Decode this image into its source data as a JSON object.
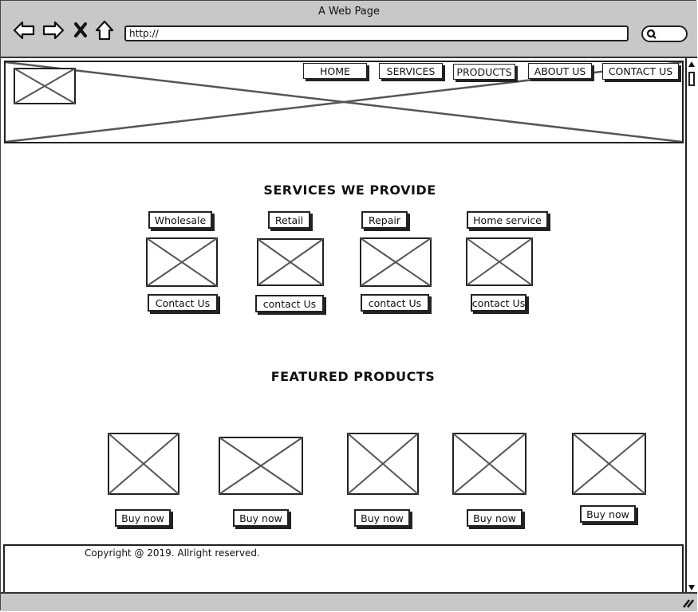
{
  "browser": {
    "title": "A Web Page",
    "url": "http://"
  },
  "nav": {
    "items": [
      "HOME",
      "SERVICES",
      "PRODUCTS",
      "ABOUT US",
      "CONTACT US"
    ]
  },
  "services": {
    "heading": "SERVICES WE PROVIDE",
    "items": [
      {
        "label": "Wholesale",
        "contact": "Contact Us"
      },
      {
        "label": "Retail",
        "contact": "contact Us"
      },
      {
        "label": "Repair",
        "contact": "contact Us"
      },
      {
        "label": "Home service",
        "contact": "contact Us"
      }
    ]
  },
  "products": {
    "heading": "FEATURED PRODUCTS",
    "buy_labels": [
      "Buy now",
      "Buy now",
      "Buy now",
      "Buy now",
      "Buy now"
    ]
  },
  "footer": {
    "copyright": "Copyright @ 2019. Allright reserved."
  }
}
